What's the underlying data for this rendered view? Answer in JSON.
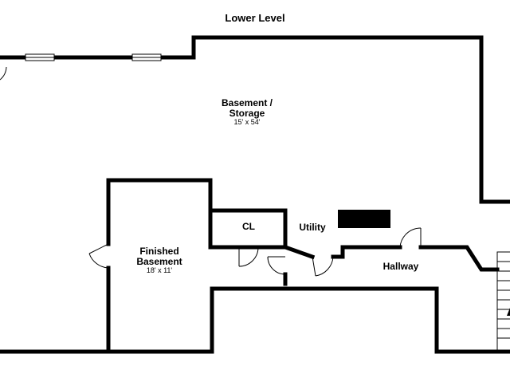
{
  "plan": {
    "title": "Lower Level",
    "rooms": [
      {
        "name_line1": "Basement /",
        "name_line2": "Storage",
        "dimensions": "15' x 54'"
      },
      {
        "name_line1": "Finished",
        "name_line2": "Basement",
        "dimensions": "18' x 11'"
      },
      {
        "name_line1": "CL"
      },
      {
        "name_line1": "Utility"
      },
      {
        "name_line1": "Hallway"
      }
    ],
    "fixtures": [
      "furnace-block",
      "stairs"
    ]
  }
}
